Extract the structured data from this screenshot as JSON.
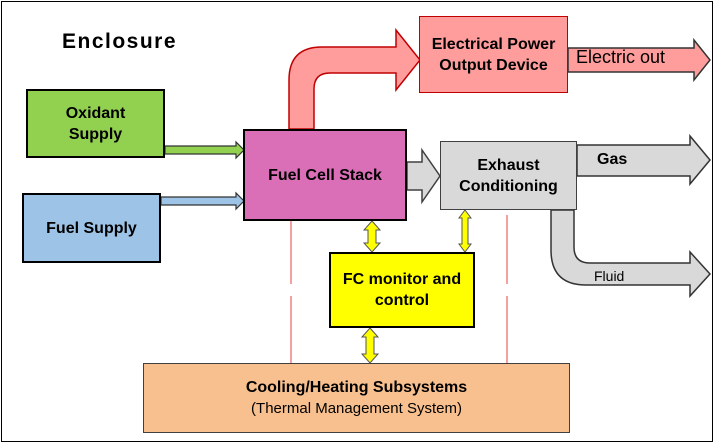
{
  "title": "Enclosure",
  "blocks": {
    "oxidant": "Oxidant\nSupply",
    "fuel": "Fuel Supply",
    "stack": "Fuel Cell Stack",
    "power_output": "Electrical Power\nOutput Device",
    "exhaust": "Exhaust\nConditioning",
    "monitor": "FC monitor and\ncontrol",
    "cooling": "Cooling/Heating Subsystems",
    "cooling_sub": "(Thermal Management System)"
  },
  "outputs": {
    "electric": "Electric out",
    "gas": "Gas",
    "fluid": "Fluid"
  },
  "colors": {
    "oxidant": "#92d050",
    "fuel": "#9dc3e6",
    "stack": "#db6fb7",
    "power_output": "#ff9c9c",
    "exhaust": "#d9d9d9",
    "monitor": "#ffff00",
    "cooling": "#f8c08f"
  }
}
